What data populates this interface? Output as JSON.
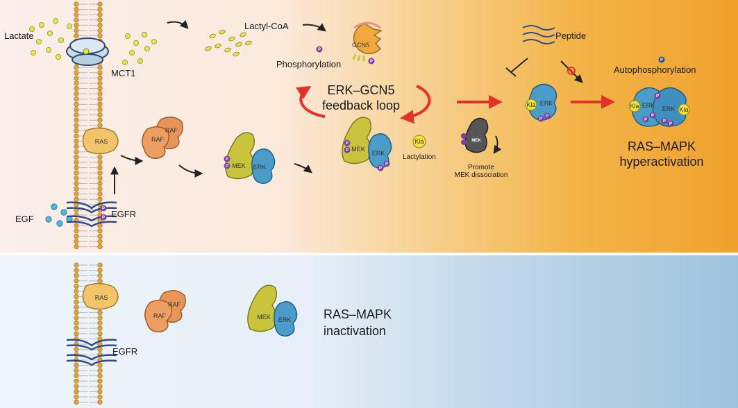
{
  "labels": {
    "lactate": "Lactate",
    "mct1": "MCT1",
    "lactyl_coa": "Lactyl-CoA",
    "gcn5": "GCN5",
    "phosphorylation": "Phosphorylation",
    "peptide": "Peptide",
    "autophosphorylation": "Autophosphorylation",
    "feedback_line1": "ERK–GCN5",
    "feedback_line2": "feedback loop",
    "ras": "RAS",
    "raf": "RAF",
    "mek": "MEK",
    "erk": "ERK",
    "kla": "Kla",
    "p": "P",
    "lactylation": "Lactylation",
    "promote_line1": "Promote",
    "promote_line2": "MEK dissociation",
    "hyper_line1": "RAS–MAPK",
    "hyper_line2": "hyperactivation",
    "egf": "EGF",
    "egfr": "EGFR",
    "inact_line1": "RAS–MAPK",
    "inact_line2": "inactivation"
  },
  "colors": {
    "top_start": "#fbeee9",
    "top_end": "#f2a93b",
    "bottom_start": "#eef4f9",
    "bottom_end": "#9fc3de",
    "red_arrow": "#e53228",
    "ras": "#f2c56b",
    "raf": "#e8955a",
    "mek": "#c9c43d",
    "erk": "#4b9cc8",
    "kla": "#f1e23a",
    "phospho": "#7b3fa2",
    "gcn5": "#f2a93b",
    "egfr": "#2f4d8c",
    "lactate": "#e9e352",
    "membrane": "#e2a33c"
  }
}
